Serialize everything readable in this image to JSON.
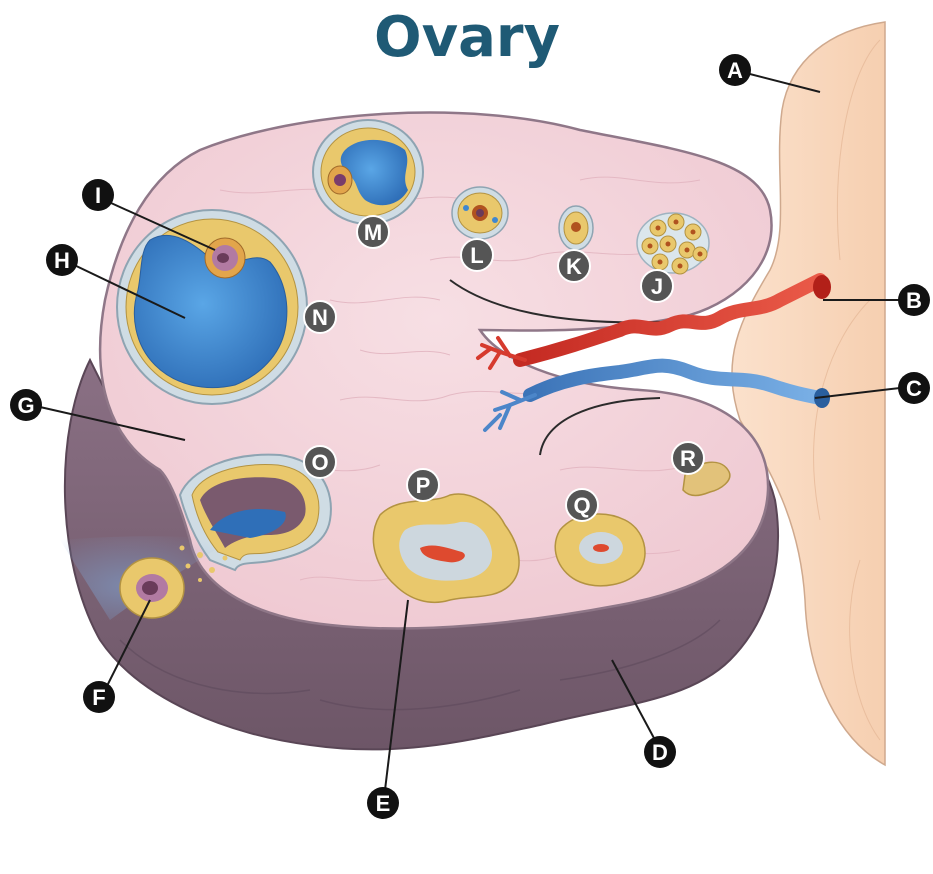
{
  "title": "Ovary",
  "colors": {
    "title": "#1f5a75",
    "stroma": "#f3d3da",
    "cortex_dark": "#7e6577",
    "ligament": "#f8d6bc",
    "granulosa": "#e9c86c",
    "antrum": "#3f87d0",
    "artery": "#d63a2e",
    "vein": "#4c86c9",
    "label_black": "#111111",
    "label_gray": "#555555"
  },
  "labels": {
    "A": "A",
    "B": "B",
    "C": "C",
    "D": "D",
    "E": "E",
    "F": "F",
    "G": "G",
    "H": "H",
    "I": "I",
    "J": "J",
    "K": "K",
    "L": "L",
    "M": "M",
    "N": "N",
    "O": "O",
    "P": "P",
    "Q": "Q",
    "R": "R"
  }
}
